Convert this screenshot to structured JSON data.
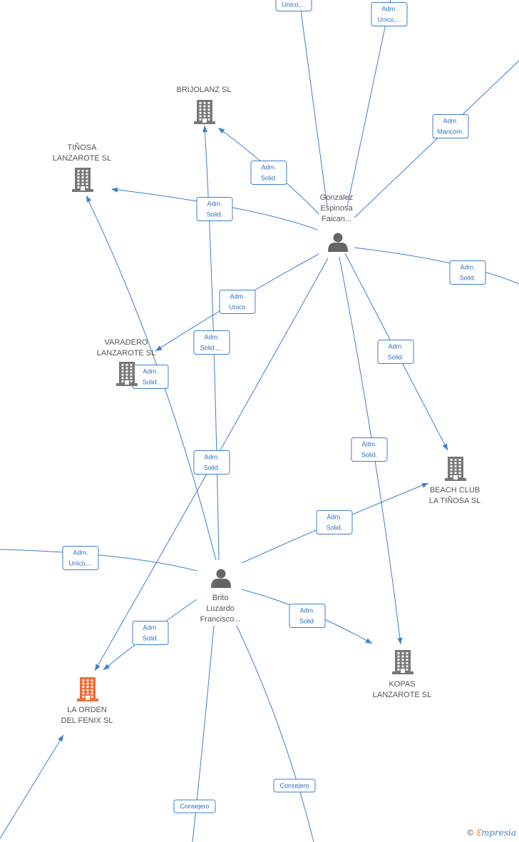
{
  "colors": {
    "edge": "#3b7fd0",
    "company": "#777777",
    "highlight": "#f26a35",
    "person": "#666666"
  },
  "nodes": [
    {
      "id": "brijolanz",
      "type": "company",
      "label": [
        "BRIJOLANZ  SL"
      ]
    },
    {
      "id": "tinosa",
      "type": "company",
      "label": [
        "TIÑOSA",
        "LANZAROTE  SL"
      ]
    },
    {
      "id": "varadero",
      "type": "company",
      "label": [
        "VARADERO",
        "LANZAROTE  SL"
      ]
    },
    {
      "id": "beach",
      "type": "company",
      "label": [
        "BEACH CLUB",
        "LA TIÑOSA  SL"
      ]
    },
    {
      "id": "kopas",
      "type": "company",
      "label": [
        "KOPAS",
        "LANZAROTE  SL"
      ]
    },
    {
      "id": "orden",
      "type": "company",
      "highlight": true,
      "label": [
        "LA ORDEN",
        "DEL FENIX  SL"
      ]
    },
    {
      "id": "gonzalez",
      "type": "person",
      "label": [
        "Gonzalez",
        "Espinosa",
        "Faican..."
      ]
    },
    {
      "id": "brito",
      "type": "person",
      "label": [
        "Brito",
        "Luzardo",
        "Francisco..."
      ]
    }
  ],
  "edges": [
    {
      "label": [
        "Adm.",
        "Unico,..."
      ]
    },
    {
      "label": [
        "Adm.",
        "Unico,..."
      ]
    },
    {
      "label": [
        "Adm.",
        "Mancom."
      ]
    },
    {
      "label": [
        "Adm.",
        "Solid."
      ]
    },
    {
      "label": [
        "Adm.",
        "Solid."
      ]
    },
    {
      "label": [
        "Adm.",
        "Solid."
      ]
    },
    {
      "label": [
        "Adm.",
        "Unico"
      ]
    },
    {
      "label": [
        "Adm.",
        "Solid.,..."
      ]
    },
    {
      "label": [
        "Adm.",
        "Solid."
      ]
    },
    {
      "label": [
        "Adm.",
        "Solid."
      ]
    },
    {
      "label": [
        "Adm.",
        "Solid."
      ]
    },
    {
      "label": [
        "Adm.",
        "Solid."
      ]
    },
    {
      "label": [
        "Adm.",
        "Solid."
      ]
    },
    {
      "label": [
        "Adm.",
        "Unico,..."
      ]
    },
    {
      "label": [
        "Adm.",
        "Solid."
      ]
    },
    {
      "label": [
        "Adm.",
        "Solid."
      ]
    },
    {
      "label": [
        "Consejero"
      ]
    },
    {
      "label": [
        "Consejero"
      ]
    },
    {
      "label": []
    }
  ],
  "brand": {
    "copyright": "©",
    "e": "ℇ",
    "name": "mpresia"
  }
}
